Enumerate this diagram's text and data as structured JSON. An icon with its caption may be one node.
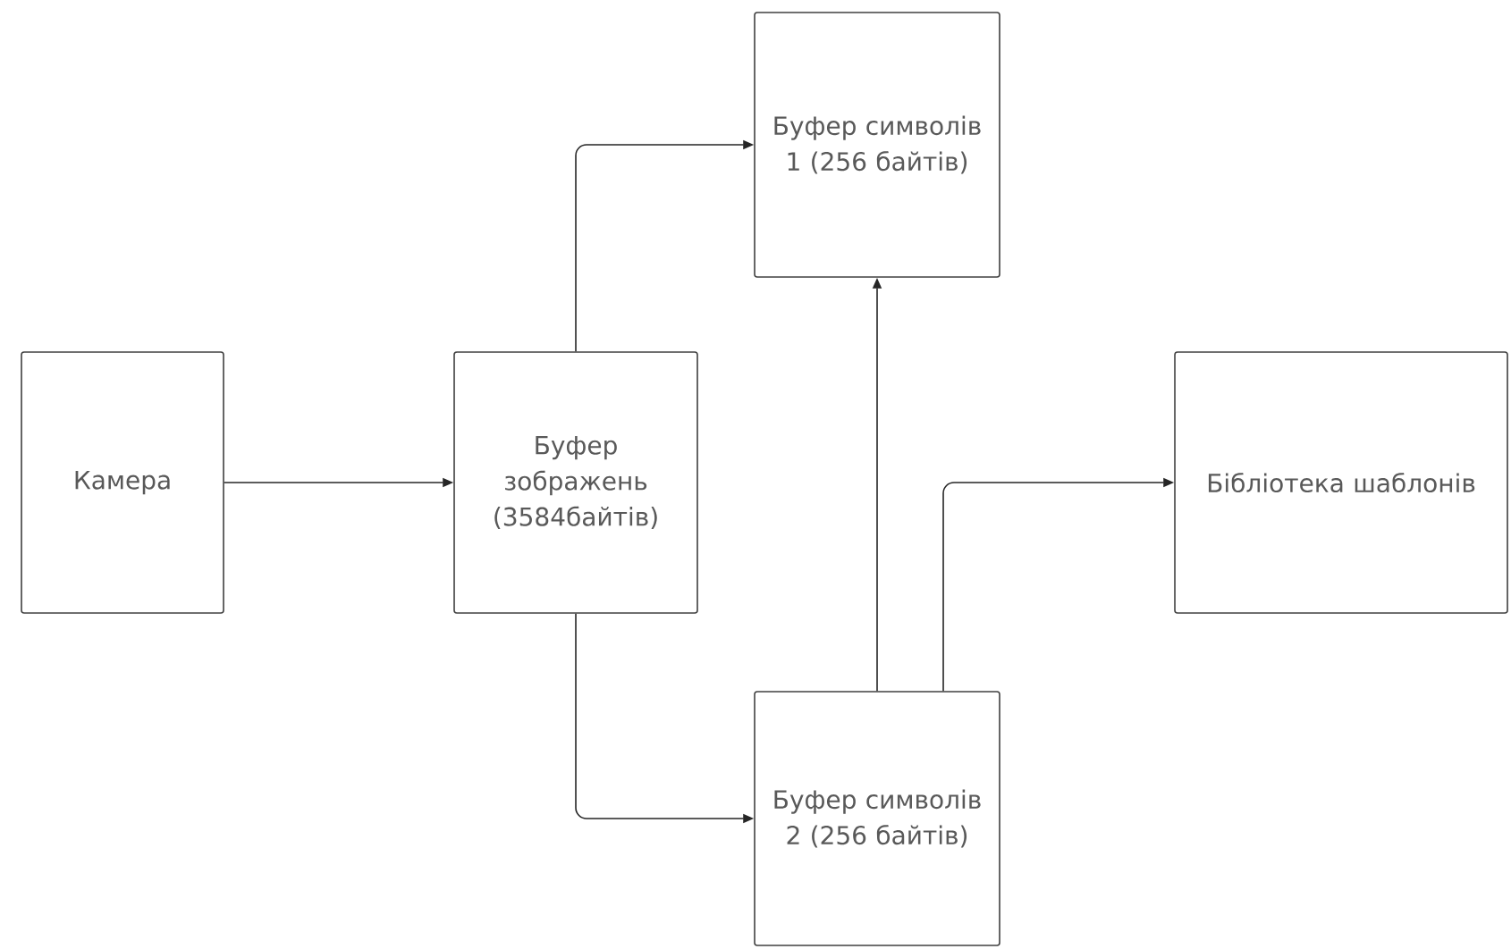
{
  "diagram": {
    "nodes": [
      {
        "text": [
          "Камера"
        ]
      },
      {
        "text": [
          "Буфер зображень (3584байтів)"
        ]
      },
      {
        "text": [
          "Буфер символів 1 (256 байтів)"
        ]
      },
      {
        "text": [
          "Бібліотека шаблонів"
        ]
      },
      {
        "text": [
          "Буфер символів 2 (256 байтів)"
        ]
      }
    ],
    "edges": [
      {
        "from": 0,
        "to": 1,
        "arrow": "to"
      },
      {
        "from": 1,
        "to": 2,
        "arrow": "to"
      },
      {
        "from": 1,
        "to": 4,
        "arrow": "to"
      },
      {
        "from": 4,
        "to": 2,
        "arrow": "to"
      },
      {
        "from": 4,
        "to": 3,
        "arrow": "to"
      }
    ]
  }
}
